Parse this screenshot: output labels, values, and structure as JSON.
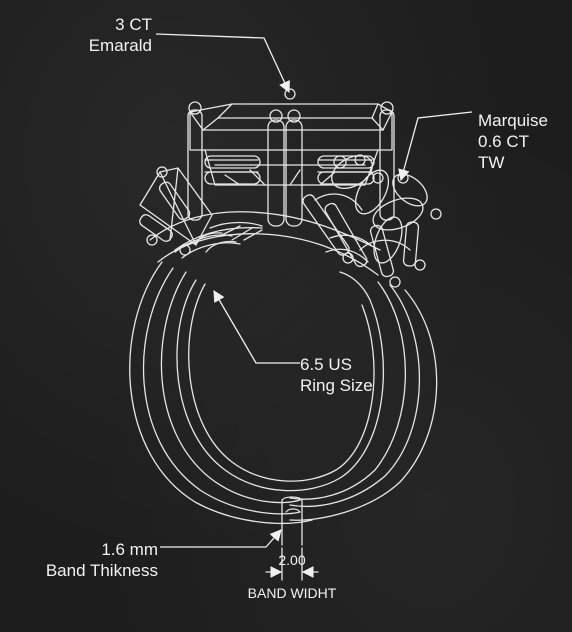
{
  "annotations": {
    "emerald": {
      "line1": "3 CT",
      "line2": "Emarald"
    },
    "marquise": {
      "line1": "Marquise",
      "line2": "0.6 CT",
      "line3": "TW"
    },
    "ring_size": {
      "line1": "6.5 US",
      "line2": "Ring Size"
    },
    "band_thickness": {
      "line1": "1.6 mm",
      "line2": "Band Thikness"
    },
    "band_width": {
      "value": "2.00",
      "label": "BAND WIDHT"
    }
  },
  "colors": {
    "background": "#1d1d1d",
    "line": "#e8e8e8",
    "text": "#f2f2f2"
  }
}
